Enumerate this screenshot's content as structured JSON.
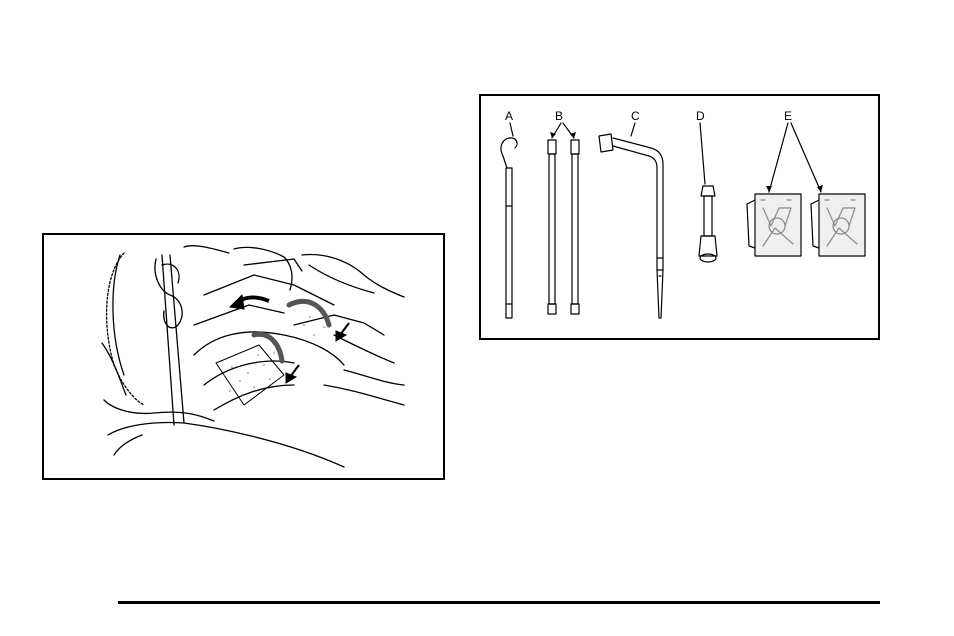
{
  "figures": {
    "left": {
      "icon": "spare-tire-hoist-illustration"
    },
    "right": {
      "icon": "jack-tools-illustration",
      "labels": {
        "a": "A",
        "b": "B",
        "c": "C",
        "d": "D",
        "e": "E"
      }
    }
  }
}
